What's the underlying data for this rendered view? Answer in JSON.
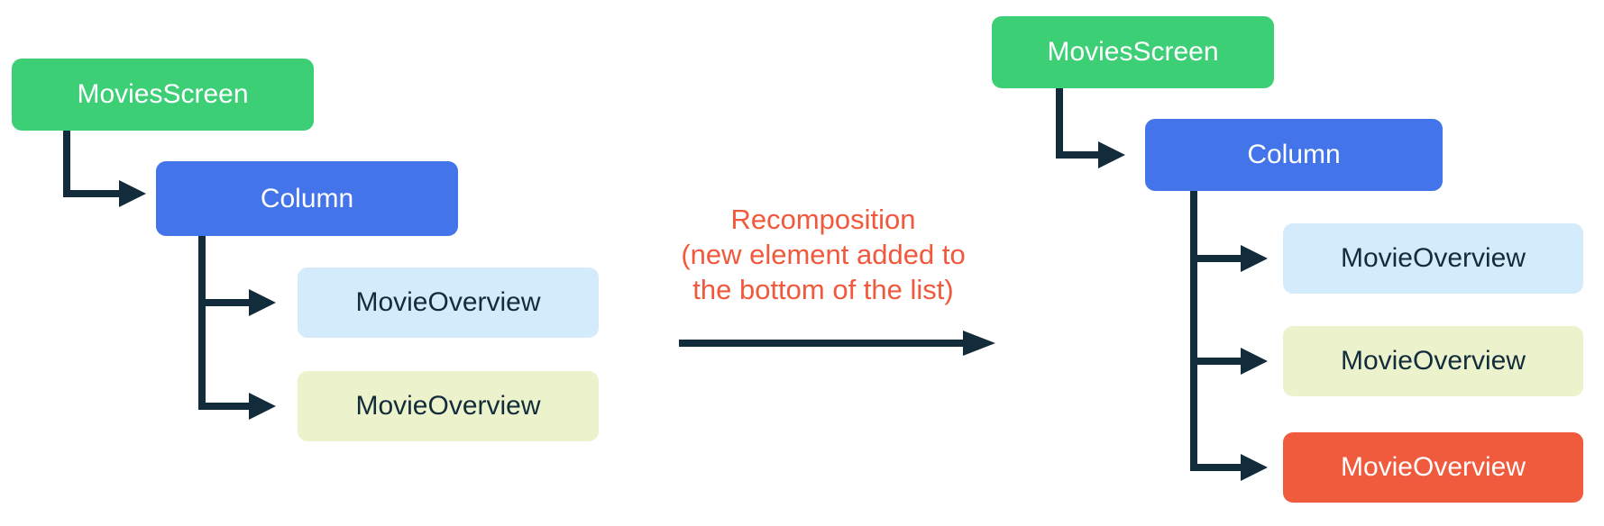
{
  "colors": {
    "green": "#3CCF76",
    "blue": "#4374E9",
    "light_blue": "#D3EBFB",
    "light_yellow_green": "#ECF2CB",
    "orange": "#F05B3E",
    "connector_navy": "#132C3B",
    "annotation_orange": "#F1583C",
    "white_text": "#FFFFFF",
    "background": "#FFFFFF"
  },
  "left_tree": {
    "name": "before-recomposition",
    "nodes": [
      {
        "label": "MoviesScreen",
        "color": "green"
      },
      {
        "label": "Column",
        "color": "blue"
      },
      {
        "label": "MovieOverview",
        "color": "light_blue"
      },
      {
        "label": "MovieOverview",
        "color": "light_yellow_green"
      }
    ]
  },
  "annotation": {
    "line1": "Recomposition",
    "line2": "(new element added to",
    "line3": "the bottom of the list)"
  },
  "right_tree": {
    "name": "after-recomposition",
    "nodes": [
      {
        "label": "MoviesScreen",
        "color": "green"
      },
      {
        "label": "Column",
        "color": "blue"
      },
      {
        "label": "MovieOverview",
        "color": "light_blue"
      },
      {
        "label": "MovieOverview",
        "color": "light_yellow_green"
      },
      {
        "label": "MovieOverview",
        "color": "orange",
        "highlighted": true
      }
    ]
  }
}
